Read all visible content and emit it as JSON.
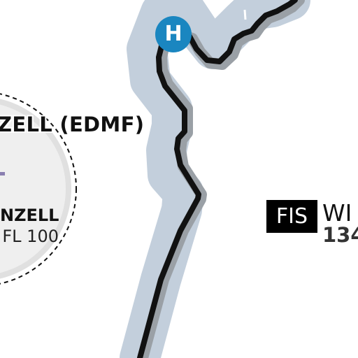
{
  "map": {
    "airport_name": "ZELL (EDMF)",
    "zone_name": "NZELL",
    "zone_vertical_limit": "FL 100",
    "fis": {
      "badge": "FIS",
      "name": "WI",
      "frequency": "134"
    },
    "heliport": {
      "symbol": "H",
      "icon": "heliport-icon"
    }
  },
  "colors": {
    "border_buffer": "#c3cfdc",
    "border_shadow": "#9aa0a6",
    "border_line": "#111111",
    "heliport": "#1a86c0",
    "zone_fill": "#efefef",
    "zone_ring": "#e0e0e0",
    "zone_marker": "#8a7fb0",
    "fis_badge": "#000000"
  }
}
